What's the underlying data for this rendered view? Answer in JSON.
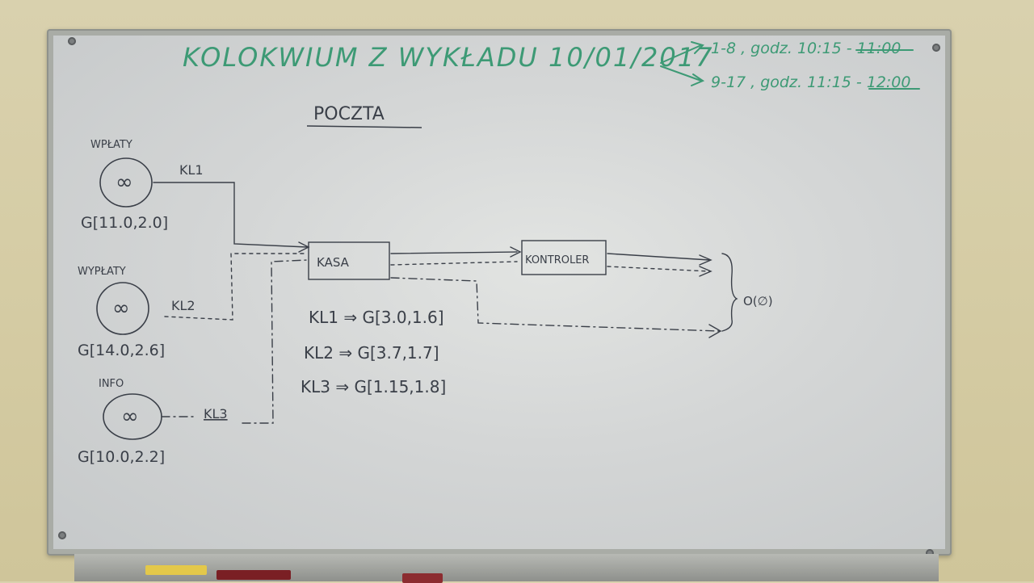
{
  "title": "KOLOKWIUM Z WYKŁADU 10/01/2017",
  "schedule": [
    "1-8 , godz. 10:15 - 11:00",
    "9-17 , godz. 11:15 - 12:00"
  ],
  "heading": "POCZTA",
  "sources": [
    {
      "label": "WPŁATY",
      "symbol": "∞",
      "dist": "G[11.0,2.0]",
      "link": "KL1"
    },
    {
      "label": "WYPŁATY",
      "symbol": "∞",
      "dist": "G[14.0,2.6]",
      "link": "KL2"
    },
    {
      "label": "INFO",
      "symbol": "∞",
      "dist": "G[10.0,2.2]",
      "link": "KL3"
    }
  ],
  "stations": {
    "kasa": "KASA",
    "kontroler": "KONTROLER",
    "sink": "O(∅)"
  },
  "rules": [
    "KL1 ⇒ G[3.0,1.6]",
    "KL2 ⇒ G[3.7,1.7]",
    "KL3 ⇒ G[1.15,1.8]"
  ],
  "colors": {
    "green_marker": "#3d9a75",
    "black_marker": "#3a3f48",
    "board": "#d8dada",
    "wall": "#d6cda6"
  }
}
